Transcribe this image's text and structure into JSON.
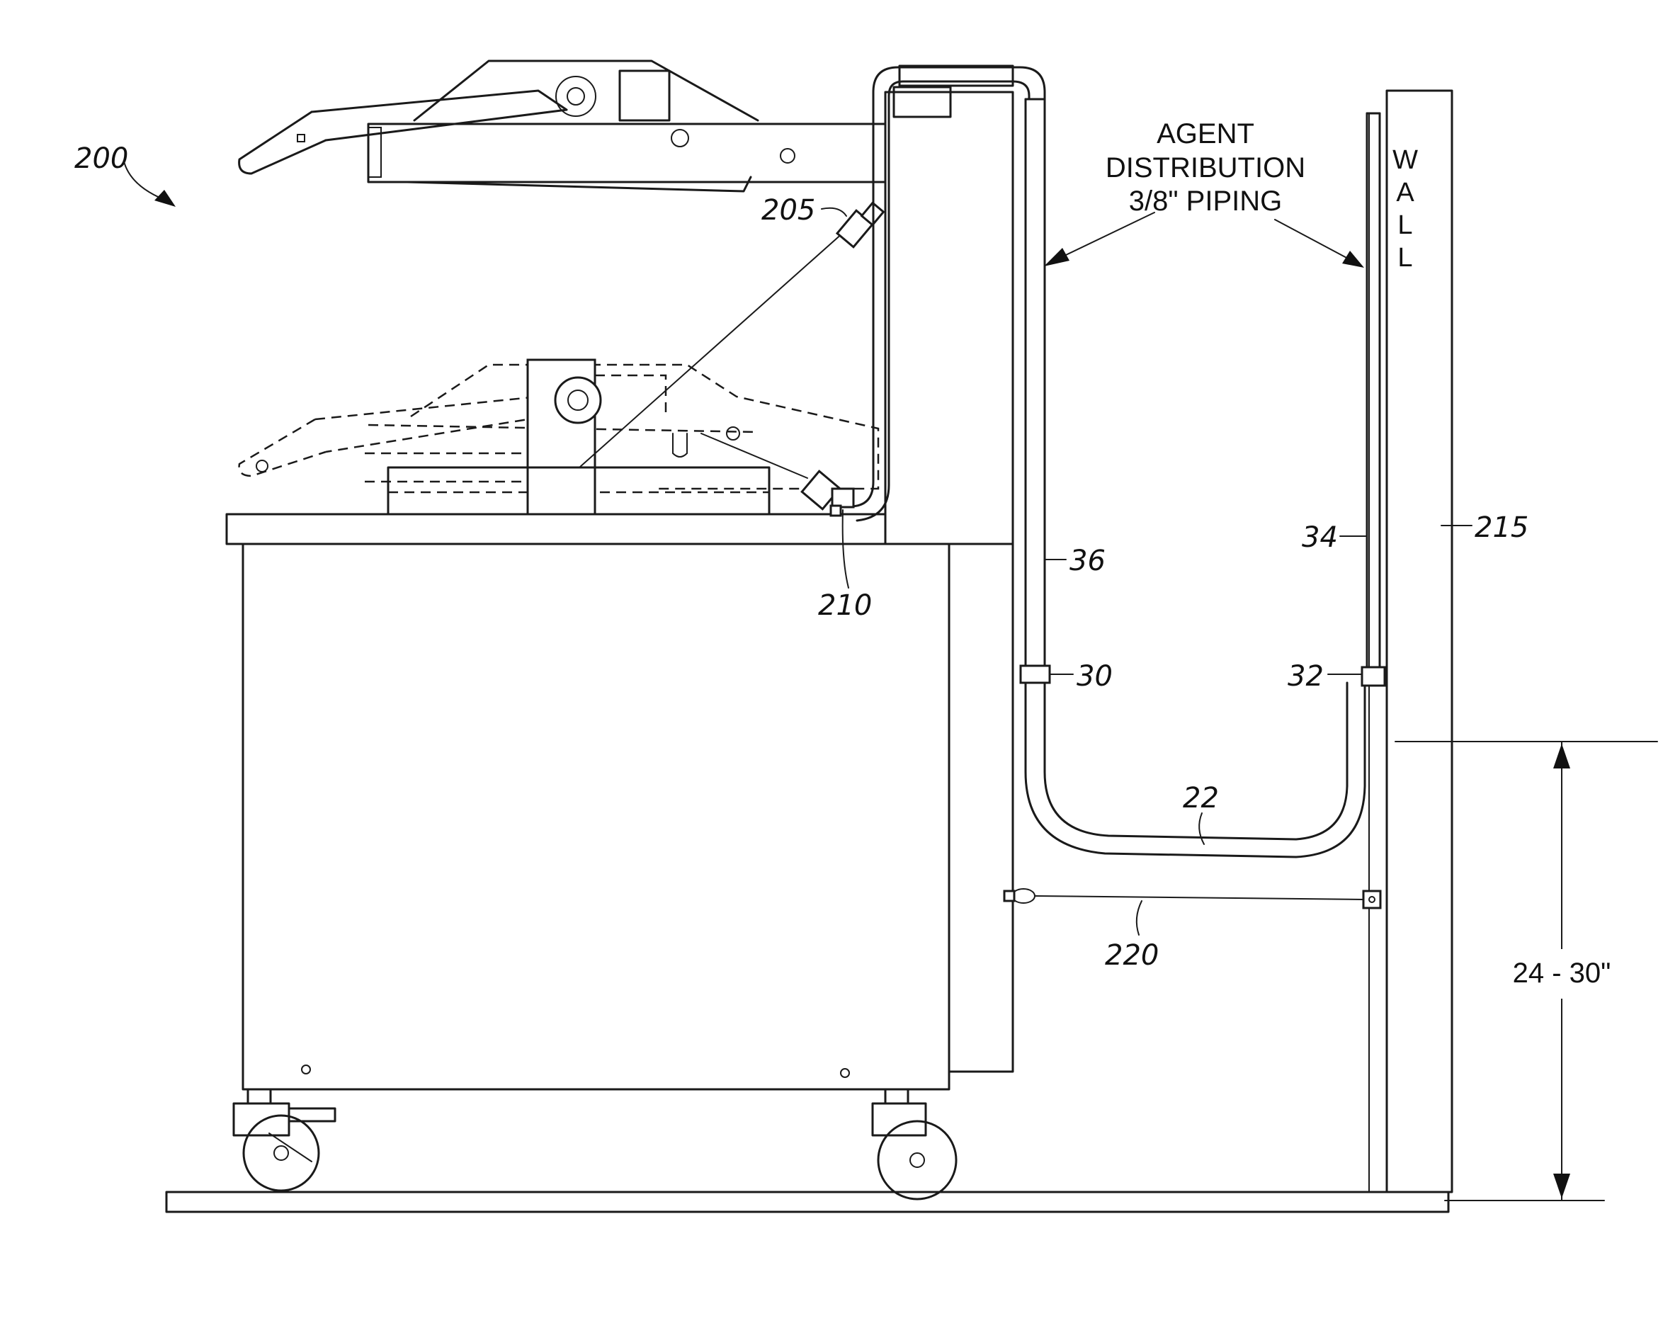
{
  "labels": {
    "fig_ref": "200",
    "ref_205": "205",
    "ref_210": "210",
    "ref_36": "36",
    "ref_30": "30",
    "ref_22": "22",
    "ref_32": "32",
    "ref_34": "34",
    "ref_215": "215",
    "ref_220": "220",
    "piping_line1": "AGENT",
    "piping_line2": "DISTRIBUTION",
    "piping_line3": "3/8\" PIPING",
    "wall_w": "W",
    "wall_a": "A",
    "wall_l1": "L",
    "wall_l2": "L",
    "dimension": "24 - 30\""
  }
}
